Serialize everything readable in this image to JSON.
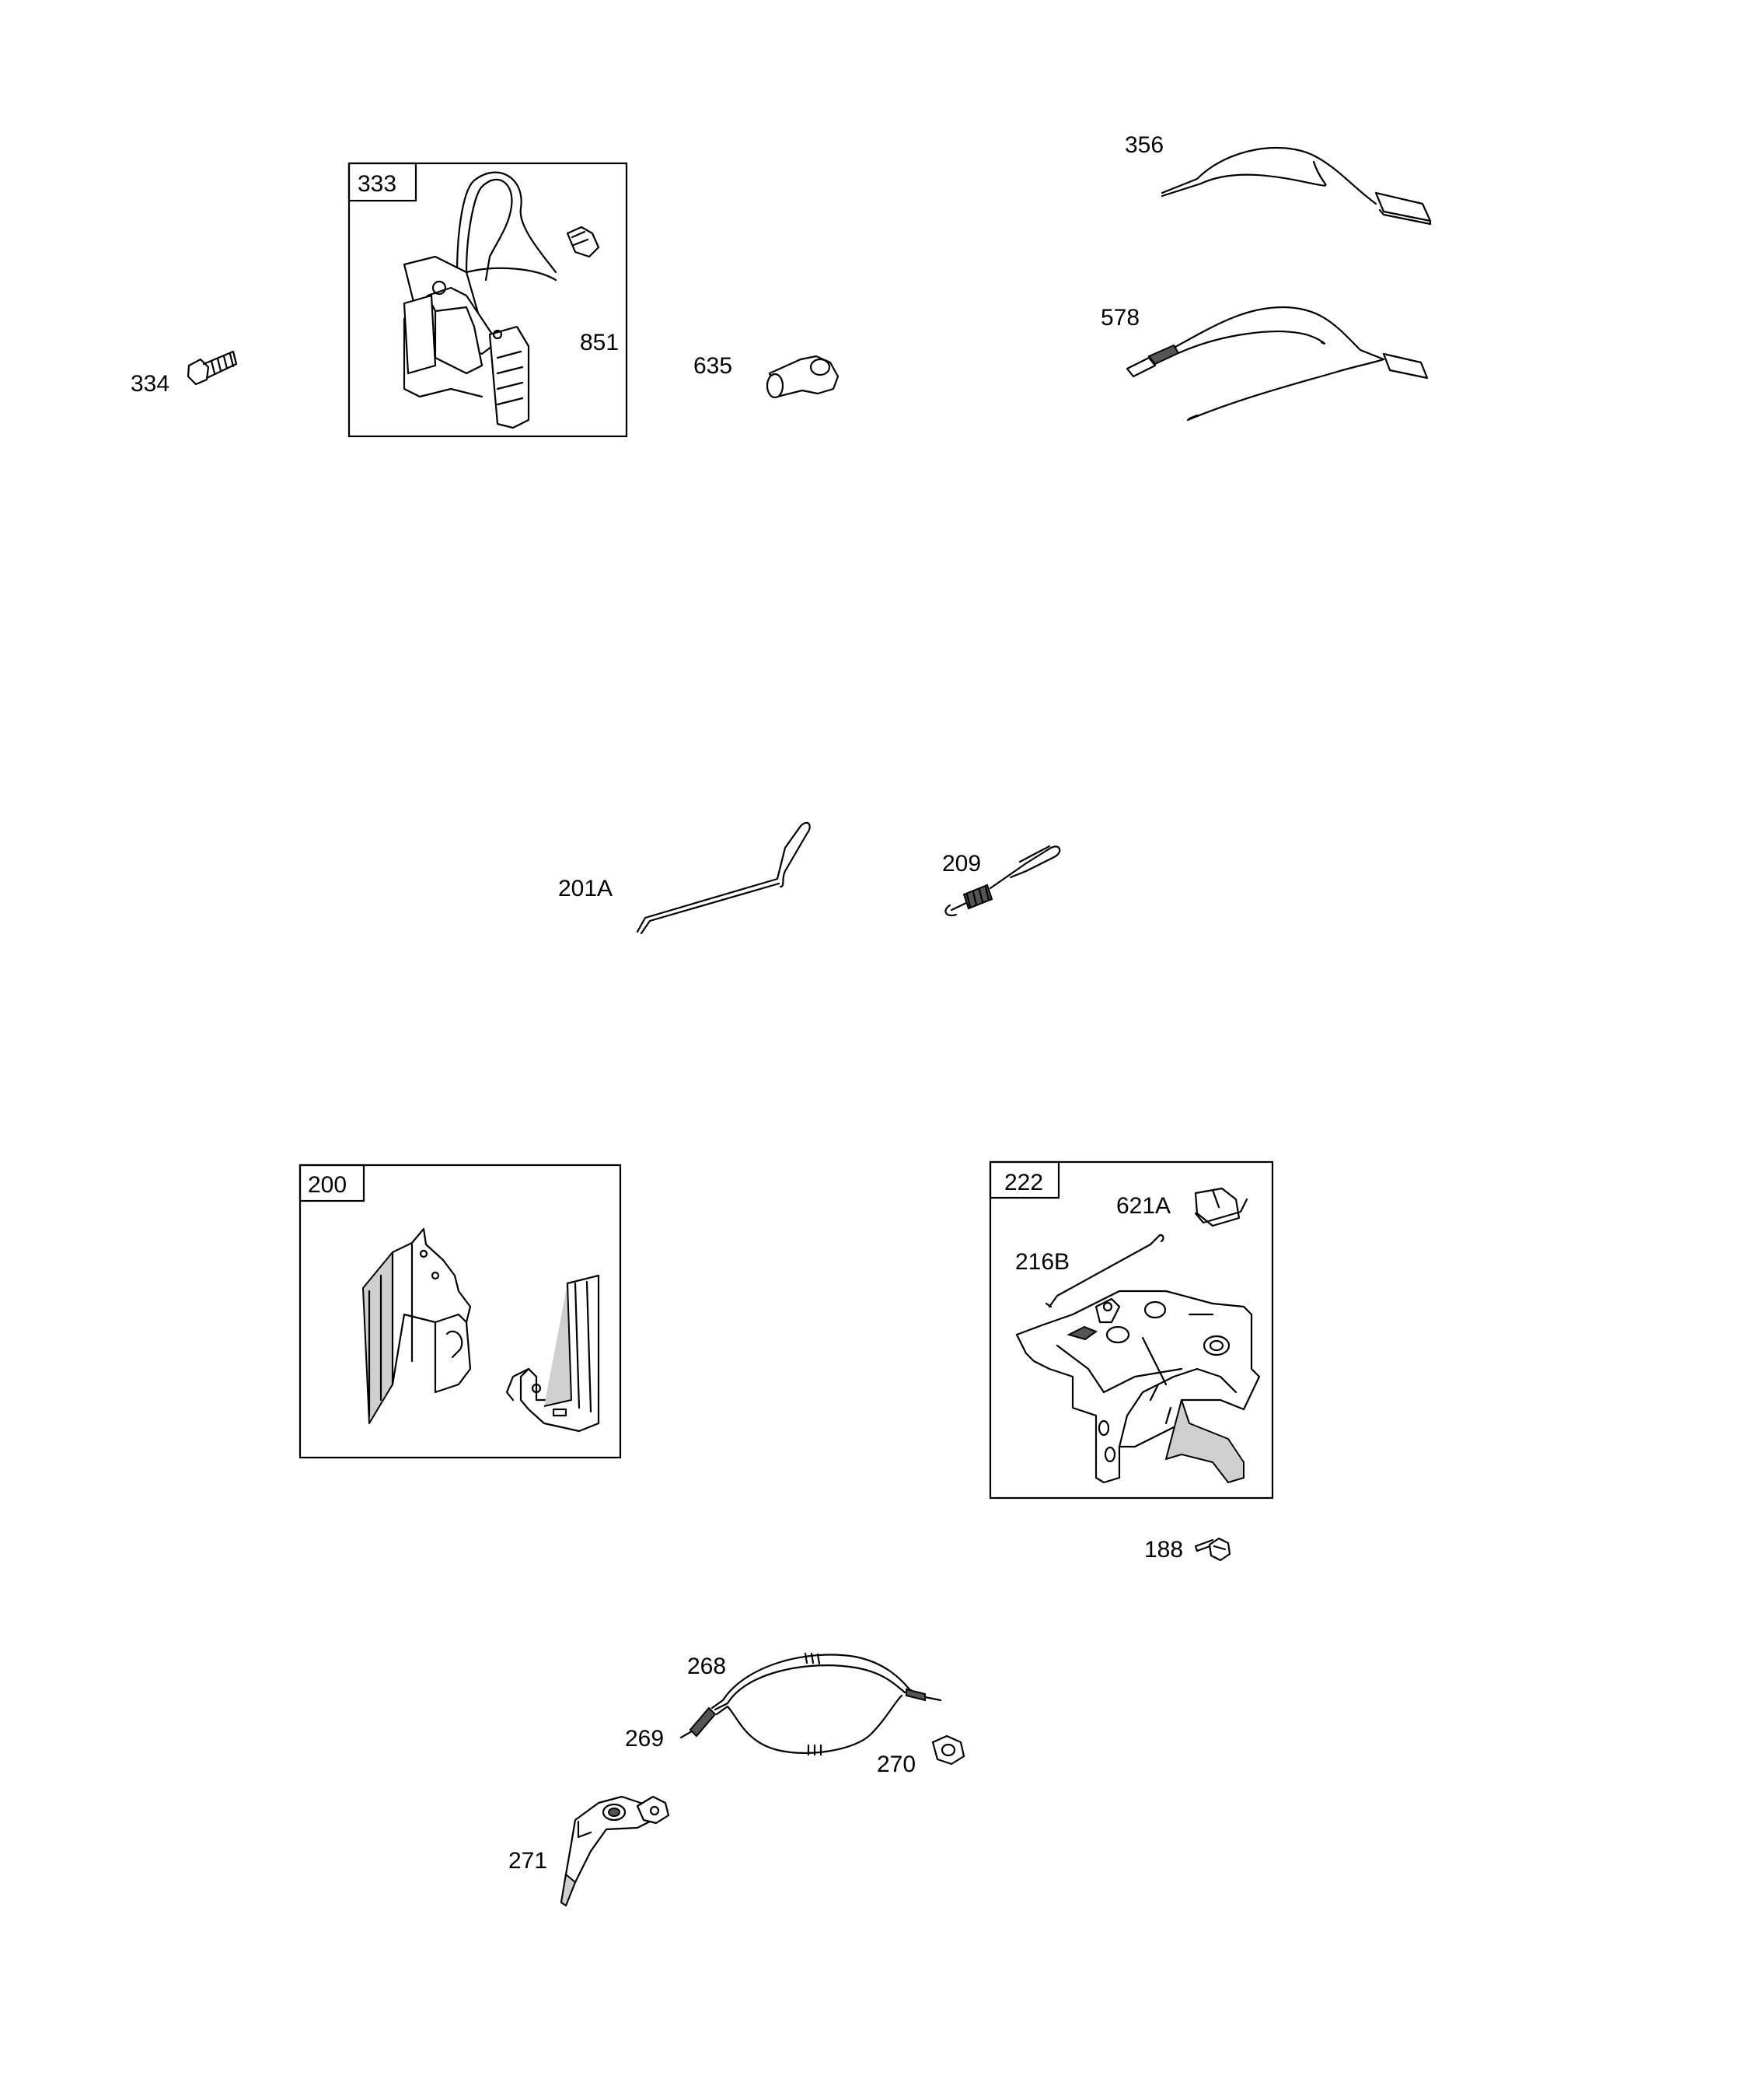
{
  "parts": {
    "p333": "333",
    "p851": "851",
    "p334": "334",
    "p635": "635",
    "p356": "356",
    "p578": "578",
    "p201A": "201A",
    "p209": "209",
    "p200": "200",
    "p222": "222",
    "p621A": "621A",
    "p216B": "216B",
    "p188": "188",
    "p268": "268",
    "p269": "269",
    "p270": "270",
    "p271": "271"
  }
}
